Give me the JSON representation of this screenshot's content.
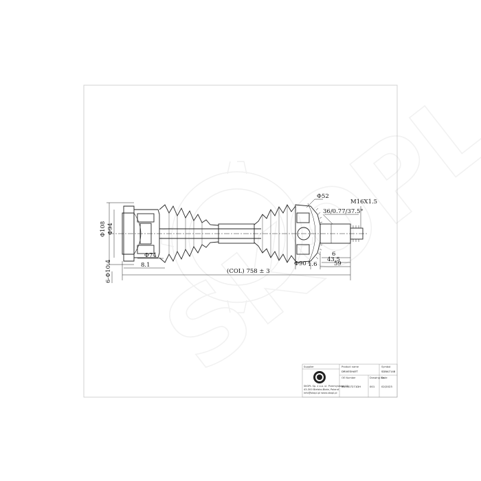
{
  "watermark": {
    "text": "SKOPL",
    "icon": "gear-icon"
  },
  "dimensions": {
    "d108": "Φ108",
    "d94": "Φ94",
    "d74": "Φ74",
    "d10_4": "6-Φ10.4",
    "len_8_1": "8.1",
    "col_length": "(COL) 758 ± 3",
    "d52": "Φ52",
    "spline": "36/0.77/37.5°",
    "thread": "M16X1.5",
    "len_6": "6",
    "len_43_5": "43.5",
    "d90": "Φ90",
    "len_1_6": "1.6",
    "len_59": "59"
  },
  "title_block": {
    "company_label": "Supplier",
    "address_line1": "SKOPL Sp. z o.o. ul. Przemysłowa 10",
    "address_line2": "43-300 Bielsko-Biała, Poland",
    "address_line3": "info@skopl.pl  www.skopl.pl",
    "product_name_label": "Product name",
    "product_name": "DRIVESHAFT",
    "symbol_label": "Symbol",
    "symbol": "SDBA7148",
    "oe_number_label": "OE Number",
    "oe_number": "8D0407271DH",
    "drawing_no_label": "Drawing No.",
    "drawing_no": "001",
    "date_label": "Date",
    "date": "02/2023"
  }
}
